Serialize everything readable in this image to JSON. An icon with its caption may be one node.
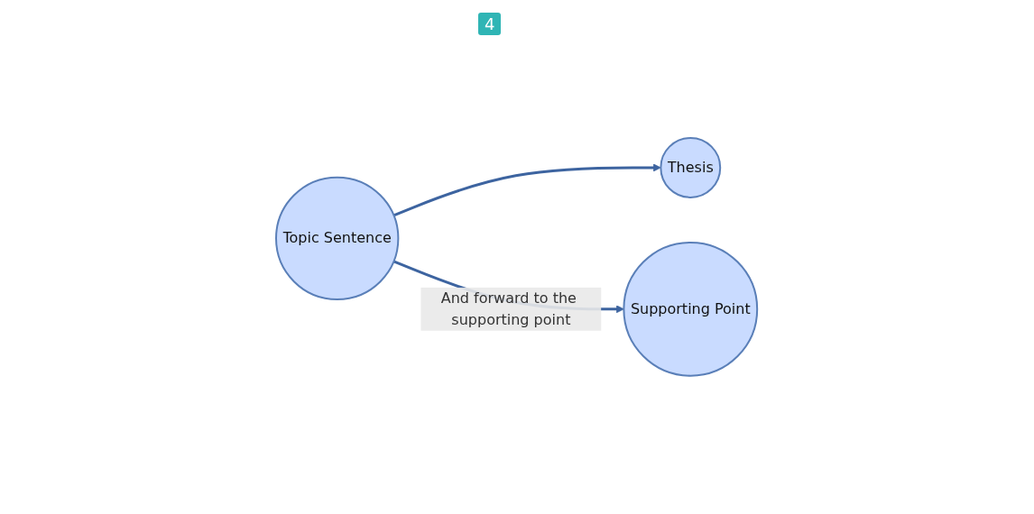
{
  "diagram": {
    "nodes": [
      {
        "text": [
          "Thesis"
        ]
      },
      {
        "text": [
          "Topic Sentence"
        ]
      },
      {
        "text": [
          "Supporting Point"
        ]
      }
    ],
    "edges": [
      {
        "from": 1,
        "to": 0,
        "arrow": "to"
      },
      {
        "from": 1,
        "to": 2,
        "arrow": "to",
        "label": "And forward to the supporting point"
      }
    ],
    "labels": [
      "4"
    ]
  }
}
